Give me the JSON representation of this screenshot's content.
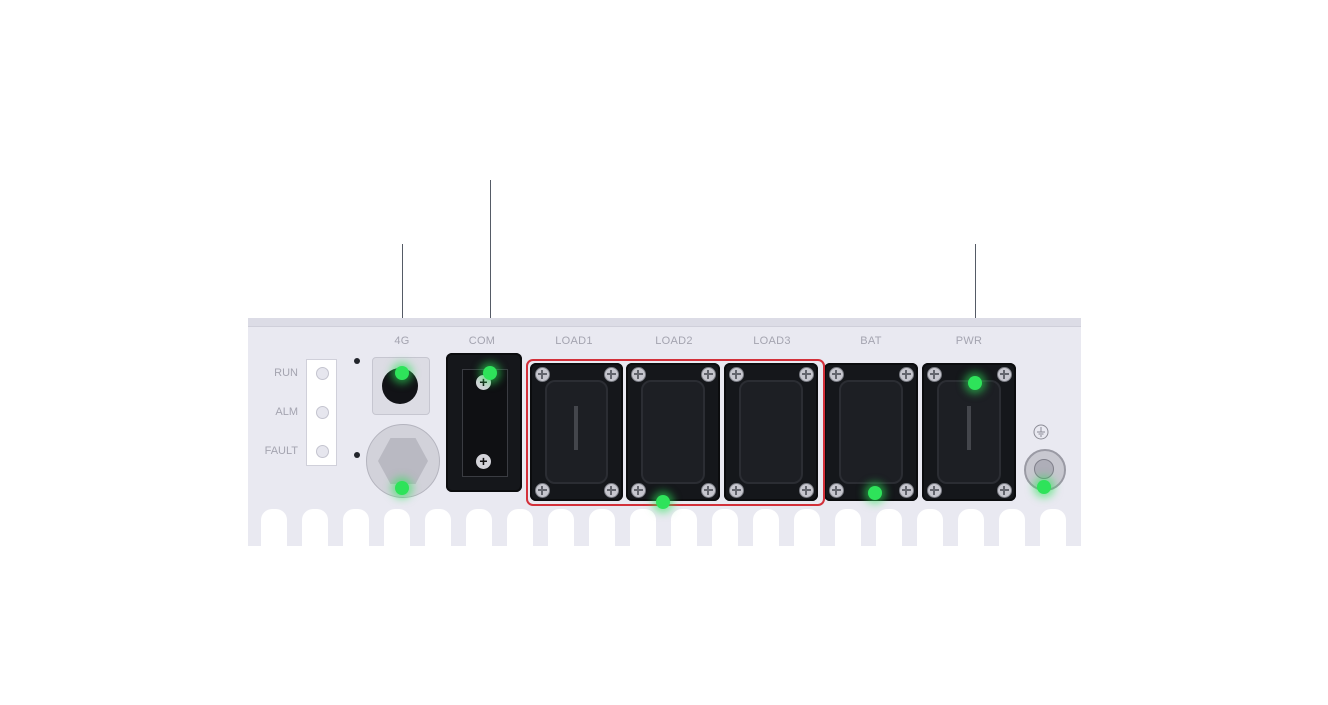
{
  "ports": {
    "sig4g": "4G",
    "com": "COM",
    "load1": "LOAD1",
    "load2": "LOAD2",
    "load3": "LOAD3",
    "bat": "BAT",
    "pwr": "PWR"
  },
  "indicators": {
    "run": "RUN",
    "alm": "ALM",
    "fault": "FAULT"
  },
  "colors": {
    "hotspot": "#2ee35a",
    "selection": "#d3303a",
    "panel": "#e9e9f1"
  },
  "icons": {
    "ground": "ground-symbol-icon"
  }
}
